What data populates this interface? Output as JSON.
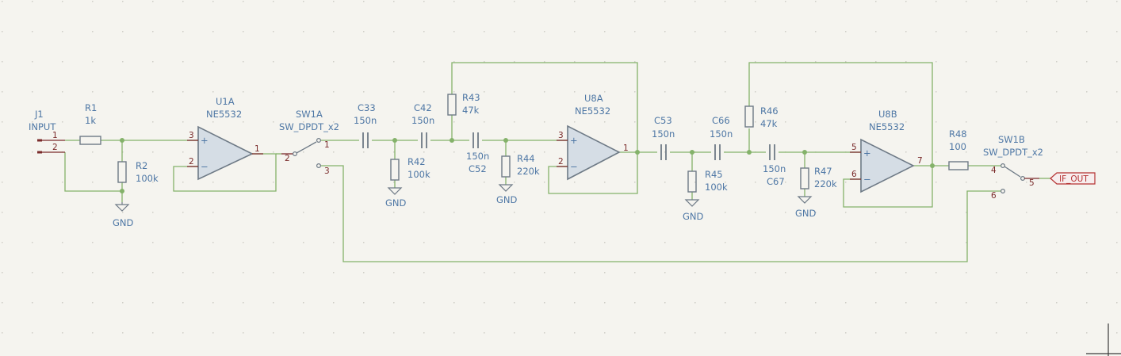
{
  "components": {
    "j1": {
      "ref": "J1",
      "value": "INPUT",
      "pins": [
        "1",
        "2"
      ]
    },
    "r1": {
      "ref": "R1",
      "value": "1k"
    },
    "r2": {
      "ref": "R2",
      "value": "100k"
    },
    "u1a": {
      "ref": "U1A",
      "value": "NE5532",
      "pins": [
        "3",
        "2",
        "1"
      ]
    },
    "sw1a": {
      "ref": "SW1A",
      "value": "SW_DPDT_x2",
      "pins": [
        "2",
        "1",
        "3"
      ]
    },
    "c33": {
      "ref": "C33",
      "value": "150n"
    },
    "c42": {
      "ref": "C42",
      "value": "150n"
    },
    "r42": {
      "ref": "R42",
      "value": "100k"
    },
    "r43": {
      "ref": "R43",
      "value": "47k"
    },
    "c52": {
      "ref": "C52",
      "value": "150n"
    },
    "r44": {
      "ref": "R44",
      "value": "220k"
    },
    "u8a": {
      "ref": "U8A",
      "value": "NE5532",
      "pins": [
        "3",
        "2",
        "1"
      ]
    },
    "c53": {
      "ref": "C53",
      "value": "150n"
    },
    "c66": {
      "ref": "C66",
      "value": "150n"
    },
    "r45": {
      "ref": "R45",
      "value": "100k"
    },
    "r46": {
      "ref": "R46",
      "value": "47k"
    },
    "c67": {
      "ref": "C67",
      "value": "150n"
    },
    "r47": {
      "ref": "R47",
      "value": "220k"
    },
    "u8b": {
      "ref": "U8B",
      "value": "NE5532",
      "pins": [
        "5",
        "6",
        "7"
      ]
    },
    "r48": {
      "ref": "R48",
      "value": "100"
    },
    "sw1b": {
      "ref": "SW1B",
      "value": "SW_DPDT_x2",
      "pins": [
        "4",
        "5",
        "6"
      ]
    }
  },
  "power": {
    "gnd": "GND"
  },
  "labels": {
    "if_out": "IF_OUT"
  },
  "opamp_symbols": {
    "plus": "+",
    "minus": "−"
  }
}
